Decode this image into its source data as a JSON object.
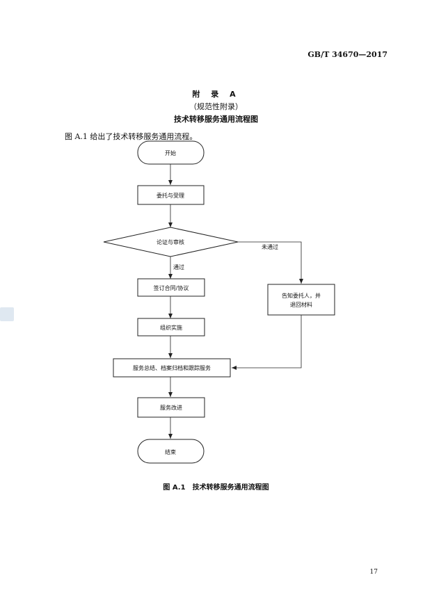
{
  "header": {
    "standard_number": "GB/T 34670—2017"
  },
  "appendix": {
    "title": "附 录 A",
    "type": "（规范性附录）",
    "name": "技术转移服务通用流程图"
  },
  "intro_text": "图 A.1 给出了技术转移服务通用流程。",
  "flowchart": {
    "start": "开始",
    "entrust": "委托与受理",
    "review": "论证与审核",
    "pass_label": "通过",
    "fail_label": "未通过",
    "sign": "签订合同/协议",
    "implement": "组织实施",
    "notify_line1": "告知委托人，并",
    "notify_line2": "退回材料",
    "summary": "服务总结、档案归档和跟踪服务",
    "improve": "服务改进",
    "end": "结束"
  },
  "figure_caption": "图 A.1　技术转移服务通用流程图",
  "page_number": "17"
}
